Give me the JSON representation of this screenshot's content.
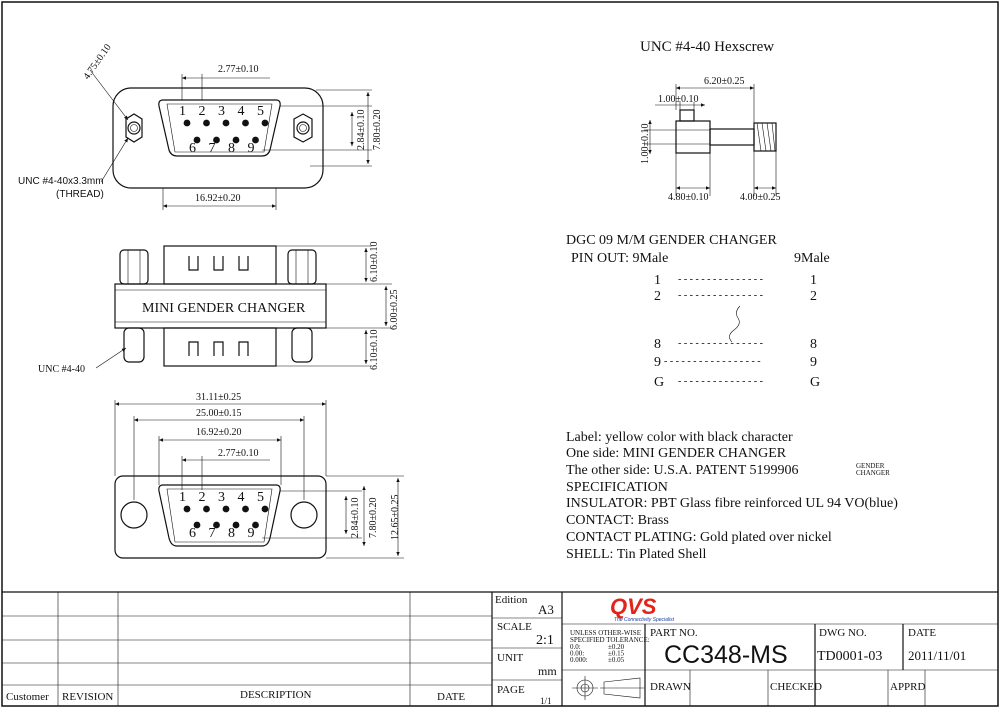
{
  "top_view": {
    "dim_diag": "4.75±0.10",
    "dim_pitch": "2.77±0.10",
    "dim_row": "2.84±0.10",
    "dim_height": "7.80±0.20",
    "dim_width": "16.92±0.20",
    "thread_line1": "UNC #4-40x3.3mm",
    "thread_line2": "(THREAD)",
    "pins_top": [
      "1",
      "2",
      "3",
      "4",
      "5"
    ],
    "pins_bottom": [
      "6",
      "7",
      "8",
      "9"
    ]
  },
  "side_view": {
    "body_label": "MINI   GENDER   CHANGER",
    "dim_top": "6.10±0.10",
    "dim_total": "6.00±0.25",
    "dim_bottom": "6.10±0.10",
    "screw_label": "UNC #4-40"
  },
  "bottom_view": {
    "dim_overall": "31.11±0.25",
    "dim_holes": "25.00±0.15",
    "dim_shell": "16.92±0.20",
    "dim_pitch": "2.77±0.10",
    "dim_row": "2.84±0.10",
    "dim_height": "7.80±0.20",
    "dim_flange": "12.65±0.25",
    "pins_top": [
      "1",
      "2",
      "3",
      "4",
      "5"
    ],
    "pins_bottom": [
      "6",
      "7",
      "8",
      "9"
    ]
  },
  "hexscrew": {
    "title": "UNC #4-40 Hexscrew",
    "dim_length": "6.20±0.25",
    "dim_head": "1.00±0.10",
    "dim_vert": "1.00±0.10",
    "dim_hex": "4.80±0.10",
    "dim_thread": "4.00±0.25"
  },
  "pinout": {
    "title": "DGC 09 M/M GENDER CHANGER",
    "pin_out_label": "PIN OUT: 9Male",
    "right_header": "9Male",
    "rows": [
      {
        "left": "1",
        "dashes": "- - - - - - - - - - - - - - -",
        "right": "1"
      },
      {
        "left": "2",
        "dashes": "- - - - - - - - - - - - - - -",
        "right": "2"
      },
      {
        "left": "8",
        "dashes": "- - - - - - - - - - - - - - -",
        "right": "8"
      },
      {
        "left": "9",
        "dashes": "- - - - - - - - - - - - - - - - -",
        "right": "9"
      },
      {
        "left": "G",
        "dashes": "- - - - - - - - - - - - - - -",
        "right": "G"
      }
    ]
  },
  "spec": {
    "label_line": "Label: yellow color with black character",
    "one_side": "One side: MINI GENDER CHANGER",
    "other_side": "The other side: U.S.A. PATENT 5199906",
    "gender_small": "GENDER",
    "changer_small": "CHANGER",
    "spec_title": "SPECIFICATION",
    "insulator": "INSULATOR: PBT Glass fibre reinforced UL 94 VO(blue)",
    "contact": "CONTACT: Brass",
    "plating": "CONTACT PLATING: Gold plated over nickel",
    "shell": "SHELL: Tin Plated Shell"
  },
  "title_block": {
    "col_customer": "Customer",
    "col_revision": "REVISION",
    "col_description": "DESCRIPTION",
    "col_date": "DATE",
    "edition_label": "Edition",
    "edition_value": "A3",
    "scale_label": "SCALE",
    "scale_value": "2:1",
    "unit_label": "UNIT",
    "unit_value": "mm",
    "page_label": "PAGE",
    "page_value": "1/1",
    "logo": "QVS",
    "tagline": "The Connectivity Specialist",
    "tol_title1": "UNLESS OTHER-WISE",
    "tol_title2": "SPECIFIED TOLERANCE:",
    "tol_rows": [
      {
        "k": "0.0:",
        "v": "±0.20"
      },
      {
        "k": "0.00:",
        "v": "±0.15"
      },
      {
        "k": "0.000:",
        "v": "±0.05"
      }
    ],
    "part_label": "PART NO.",
    "part_value": "CC348-MS",
    "dwg_label": "DWG NO.",
    "dwg_value": "TD0001-03",
    "date_label": "DATE",
    "date_value": "2011/11/01",
    "drawn_label": "DRAWN",
    "checked_label": "CHECKED",
    "apprd_label": "APPRD"
  },
  "colors": {
    "ink": "#111111",
    "logo_red": "#e2231a",
    "logo_blue": "#1a3b9c"
  }
}
